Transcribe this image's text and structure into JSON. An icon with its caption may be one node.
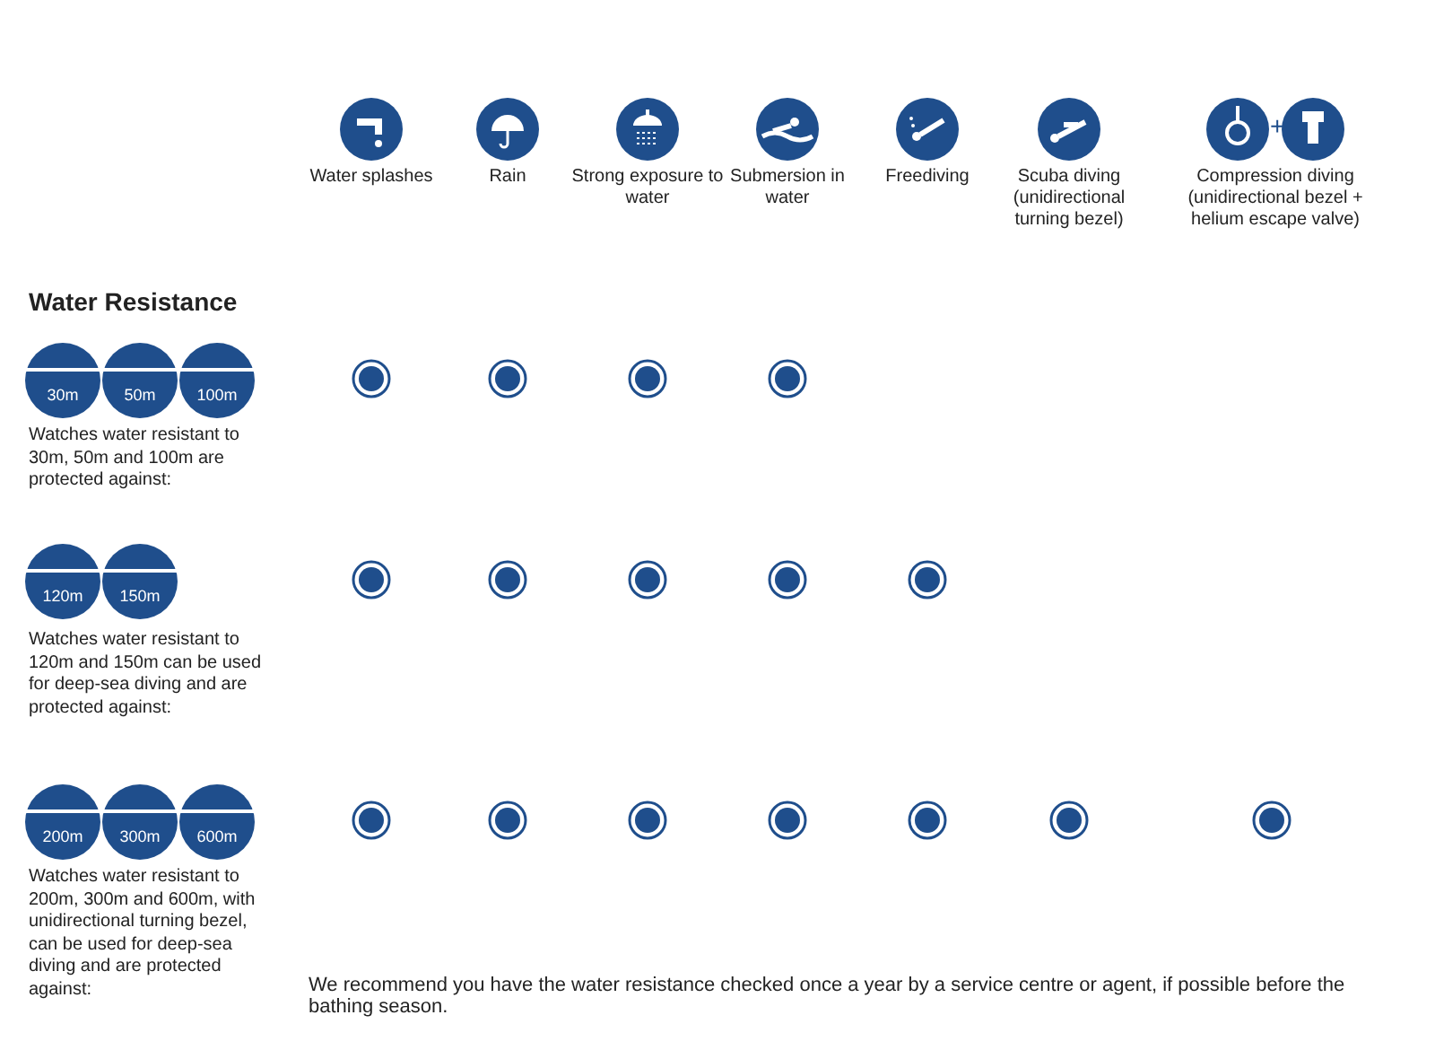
{
  "diagram": {
    "nodes": [
      {
        "text": [
          "30m"
        ]
      },
      {
        "text": [
          "50m"
        ]
      },
      {
        "text": [
          "100m"
        ]
      },
      {
        "text": [],
        "shape": "circle"
      },
      {
        "text": [],
        "shape": "circle"
      },
      {
        "text": [],
        "shape": "circle"
      },
      {
        "text": [],
        "shape": "circle"
      },
      {
        "text": [
          "120m"
        ]
      },
      {
        "text": [
          "150m"
        ]
      },
      {
        "text": [],
        "shape": "circle"
      },
      {
        "text": [],
        "shape": "circle"
      },
      {
        "text": [],
        "shape": "circle"
      },
      {
        "text": [],
        "shape": "circle"
      },
      {
        "text": [],
        "shape": "circle"
      },
      {
        "text": [
          "200m"
        ]
      },
      {
        "text": [
          "300m"
        ]
      },
      {
        "text": [
          "600m"
        ]
      },
      {
        "text": [],
        "shape": "circle"
      },
      {
        "text": [],
        "shape": "circle"
      },
      {
        "text": [],
        "shape": "circle"
      },
      {
        "text": [],
        "shape": "circle"
      },
      {
        "text": [],
        "shape": "circle"
      },
      {
        "text": [],
        "shape": "circle"
      },
      {
        "text": [],
        "shape": "circle"
      }
    ],
    "labels": [
      "+",
      "Water splashes",
      "Rain",
      "Strong exposure to water",
      "Submersion in water",
      "Freediving",
      "Scuba diving (unidirectional turning bezel)",
      "Compression diving (unidirectional bezel + helium escape valve)",
      "Water Resistance",
      "Watches water resistant to 30m, 50m and 100m are protected against:",
      "Watches water resistant to 120m and 150m can be used for deep-sea diving and are protected against:",
      "Watches water resistant to 200m, 300m and 600m, with unidirectional turning bezel, can be used for deep-sea diving and are protected against:",
      "We recommend you have the water resistance checked once a year by a service centre or agent, if possible before the bathing season."
    ]
  }
}
